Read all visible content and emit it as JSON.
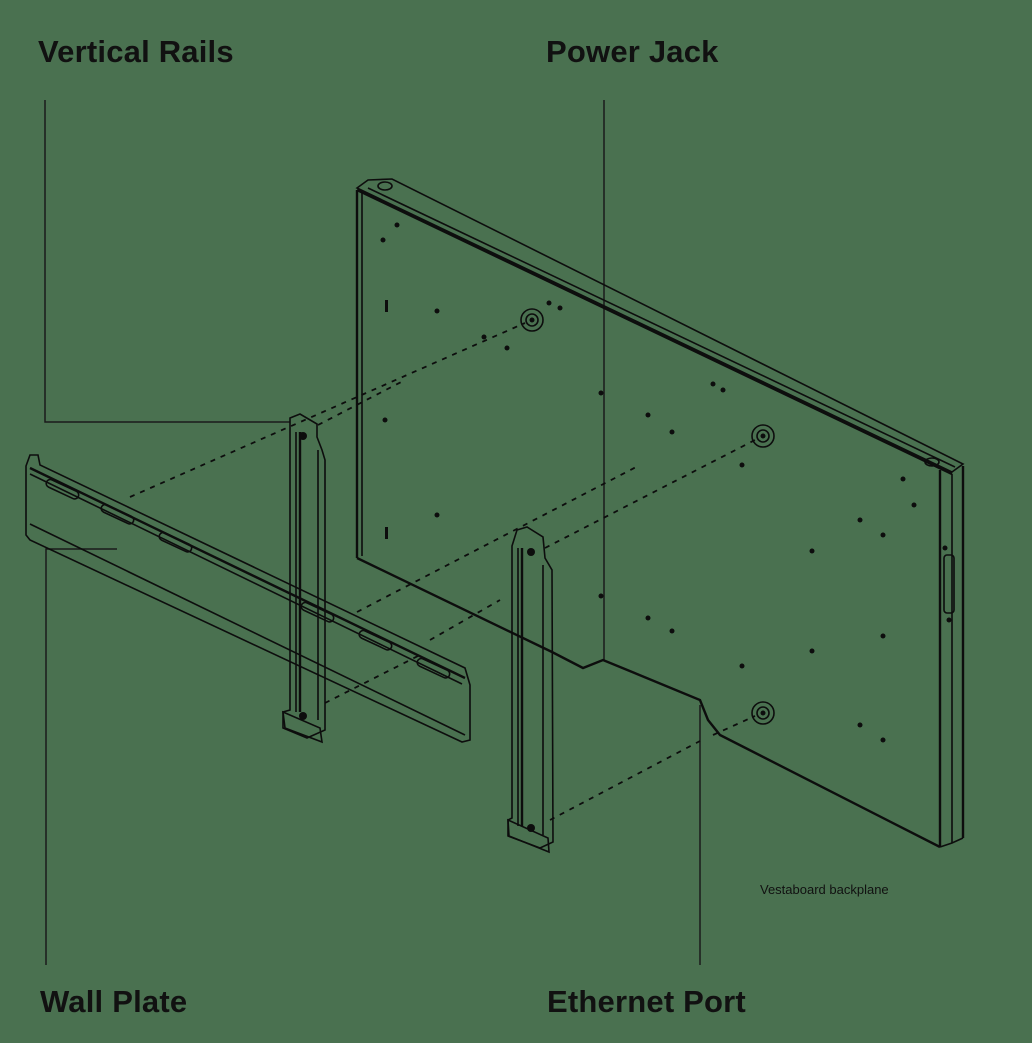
{
  "diagram": {
    "background_color": "#4a7150",
    "line_color": "#0d0d0d",
    "labels": {
      "vertical_rails": "Vertical Rails",
      "power_jack": "Power Jack",
      "wall_plate": "Wall Plate",
      "ethernet_port": "Ethernet Port"
    },
    "caption": "Vestaboard backplane",
    "components": [
      "Vestaboard backplane",
      "Vertical Rails",
      "Wall Plate",
      "Power Jack",
      "Ethernet Port"
    ]
  }
}
